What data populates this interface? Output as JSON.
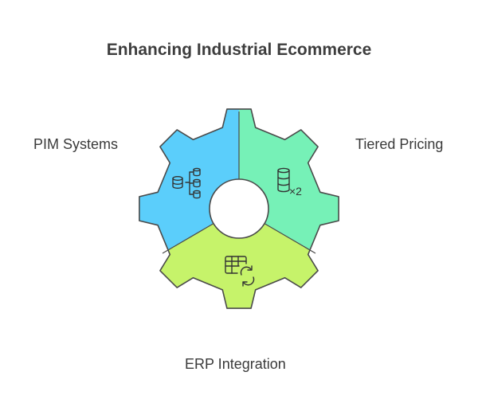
{
  "title": "Enhancing Industrial Ecommerce",
  "segments": [
    {
      "label": "PIM Systems",
      "icon": "database-hierarchy-icon",
      "color": "#5bcefb"
    },
    {
      "label": "Tiered Pricing",
      "icon": "coins-multiply-icon",
      "color": "#76f1b7"
    },
    {
      "label": "ERP Integration",
      "icon": "table-sync-icon",
      "color": "#c6f36a"
    }
  ],
  "icon_text": {
    "multiplier": "×2"
  },
  "colors": {
    "outline": "#4a4a4a",
    "hub": "#ffffff"
  }
}
